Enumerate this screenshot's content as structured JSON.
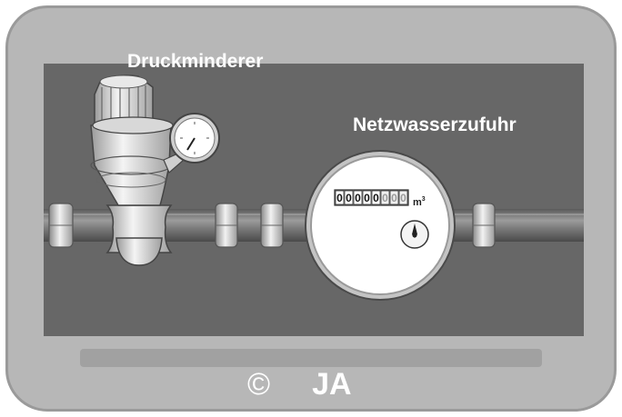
{
  "labels": {
    "pressure_reducer": "Druckminderer",
    "water_supply": "Netzwasserzufuhr"
  },
  "meter": {
    "counter_digits": [
      "0",
      "0",
      "0",
      "0",
      "0",
      "0",
      "0",
      "0"
    ],
    "unit_base": "m",
    "unit_exp": "3"
  },
  "footer": {
    "copyright_symbol": "©",
    "author": "JA"
  },
  "colors": {
    "frame": "#b7b7b7",
    "panel": "#676767",
    "text": "#ffffff"
  }
}
